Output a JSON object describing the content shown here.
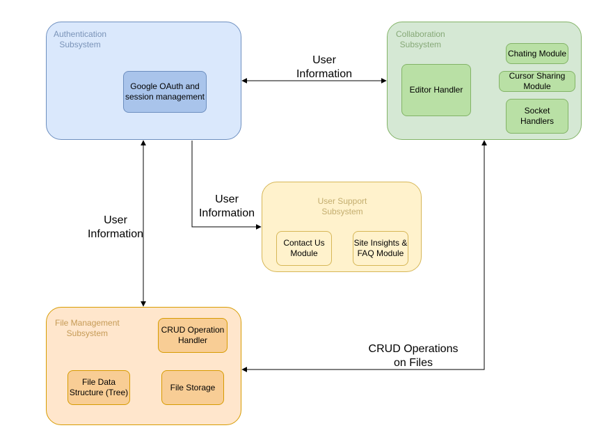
{
  "subsystems": {
    "auth": {
      "title": "Authentication\nSubsystem",
      "fill": "#dae8fc",
      "stroke": "#6c8ebf",
      "text_color": "#7a93b8"
    },
    "collab": {
      "title": "Collaboration\nSubsystem",
      "fill": "#d5e8d4",
      "stroke": "#82b366",
      "text_color": "#86a877"
    },
    "support": {
      "title": "User Support\nSubsystem",
      "fill": "#fff2cc",
      "stroke": "#d6b656",
      "text_color": "#c3ad6e"
    },
    "files": {
      "title": "File Management\nSubsystem",
      "fill": "#ffe6cc",
      "stroke": "#d79b00",
      "text_color": "#c59a55"
    }
  },
  "modules": {
    "google_oauth": "Google OAuth and\nsession management",
    "editor_handler": "Editor Handler",
    "chating_module": "Chating Module",
    "cursor_sharing": "Cursor Sharing\nModule",
    "socket_handlers": "Socket\nHandlers",
    "contact_us": "Contact Us\nModule",
    "site_insights": "Site Insights &\nFAQ Module",
    "crud_handler": "CRUD Operation\nHandler",
    "file_data_structure": "File Data\nStructure (Tree)",
    "file_storage": "File Storage"
  },
  "module_colors": {
    "auth": {
      "fill": "#a9c4eb",
      "stroke": "#6c8ebf"
    },
    "collab": {
      "fill": "#b9e0a5",
      "stroke": "#82b366"
    },
    "support": {
      "fill": "#fff2cc",
      "stroke": "#d6b656"
    },
    "files": {
      "fill": "#f8cd95",
      "stroke": "#d79b00"
    }
  },
  "edges": {
    "auth_collab": "User\nInformation",
    "auth_support": "User\nInformation",
    "auth_files": "User\nInformation",
    "collab_files": "CRUD Operations\non Files"
  }
}
